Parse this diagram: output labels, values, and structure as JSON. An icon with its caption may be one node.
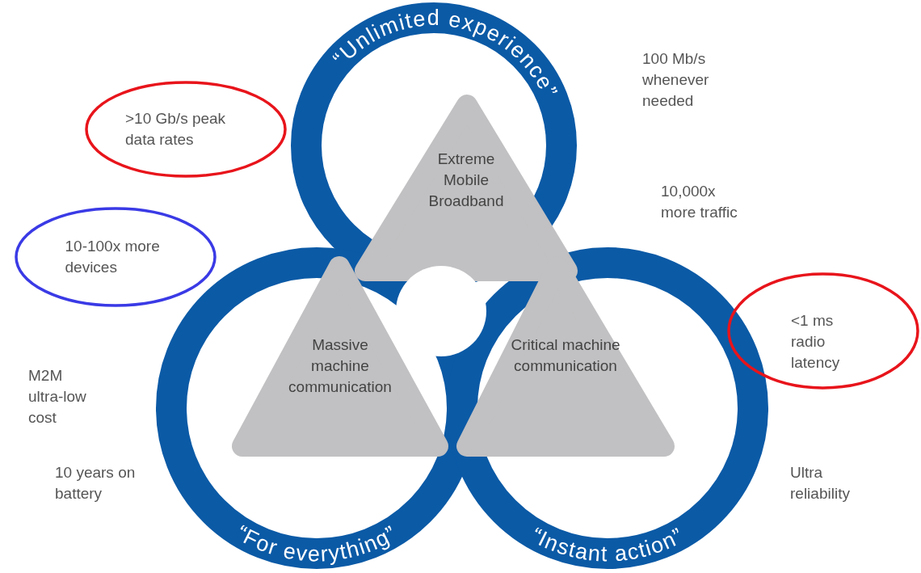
{
  "diagram": {
    "nodes": [
      {
        "text": [
          "“Unlimited experience”"
        ]
      },
      {
        "text": [
          ">10 Gb/s peak data rates"
        ]
      },
      {
        "text": [
          "Extreme Mobile Broadband"
        ],
        "in": 0
      },
      {
        "text": [
          "10-100x more devices"
        ]
      },
      {
        "text": [
          "“For everything”"
        ]
      },
      {
        "text": [
          "“Instant action”"
        ]
      },
      {
        "text": [
          "<1 ms radio latency"
        ]
      },
      {
        "text": [
          "Massive machine communication"
        ],
        "in": 4
      },
      {
        "text": [
          "Critical machine communication"
        ],
        "in": 5
      },
      {
        "text": [],
        "shape": "circle"
      }
    ],
    "labels": [
      "100 Mb/s whenever needed",
      "10,000x more traffic",
      "M2M ultra-low cost",
      "10 years on battery",
      "Ultra reliability"
    ]
  }
}
